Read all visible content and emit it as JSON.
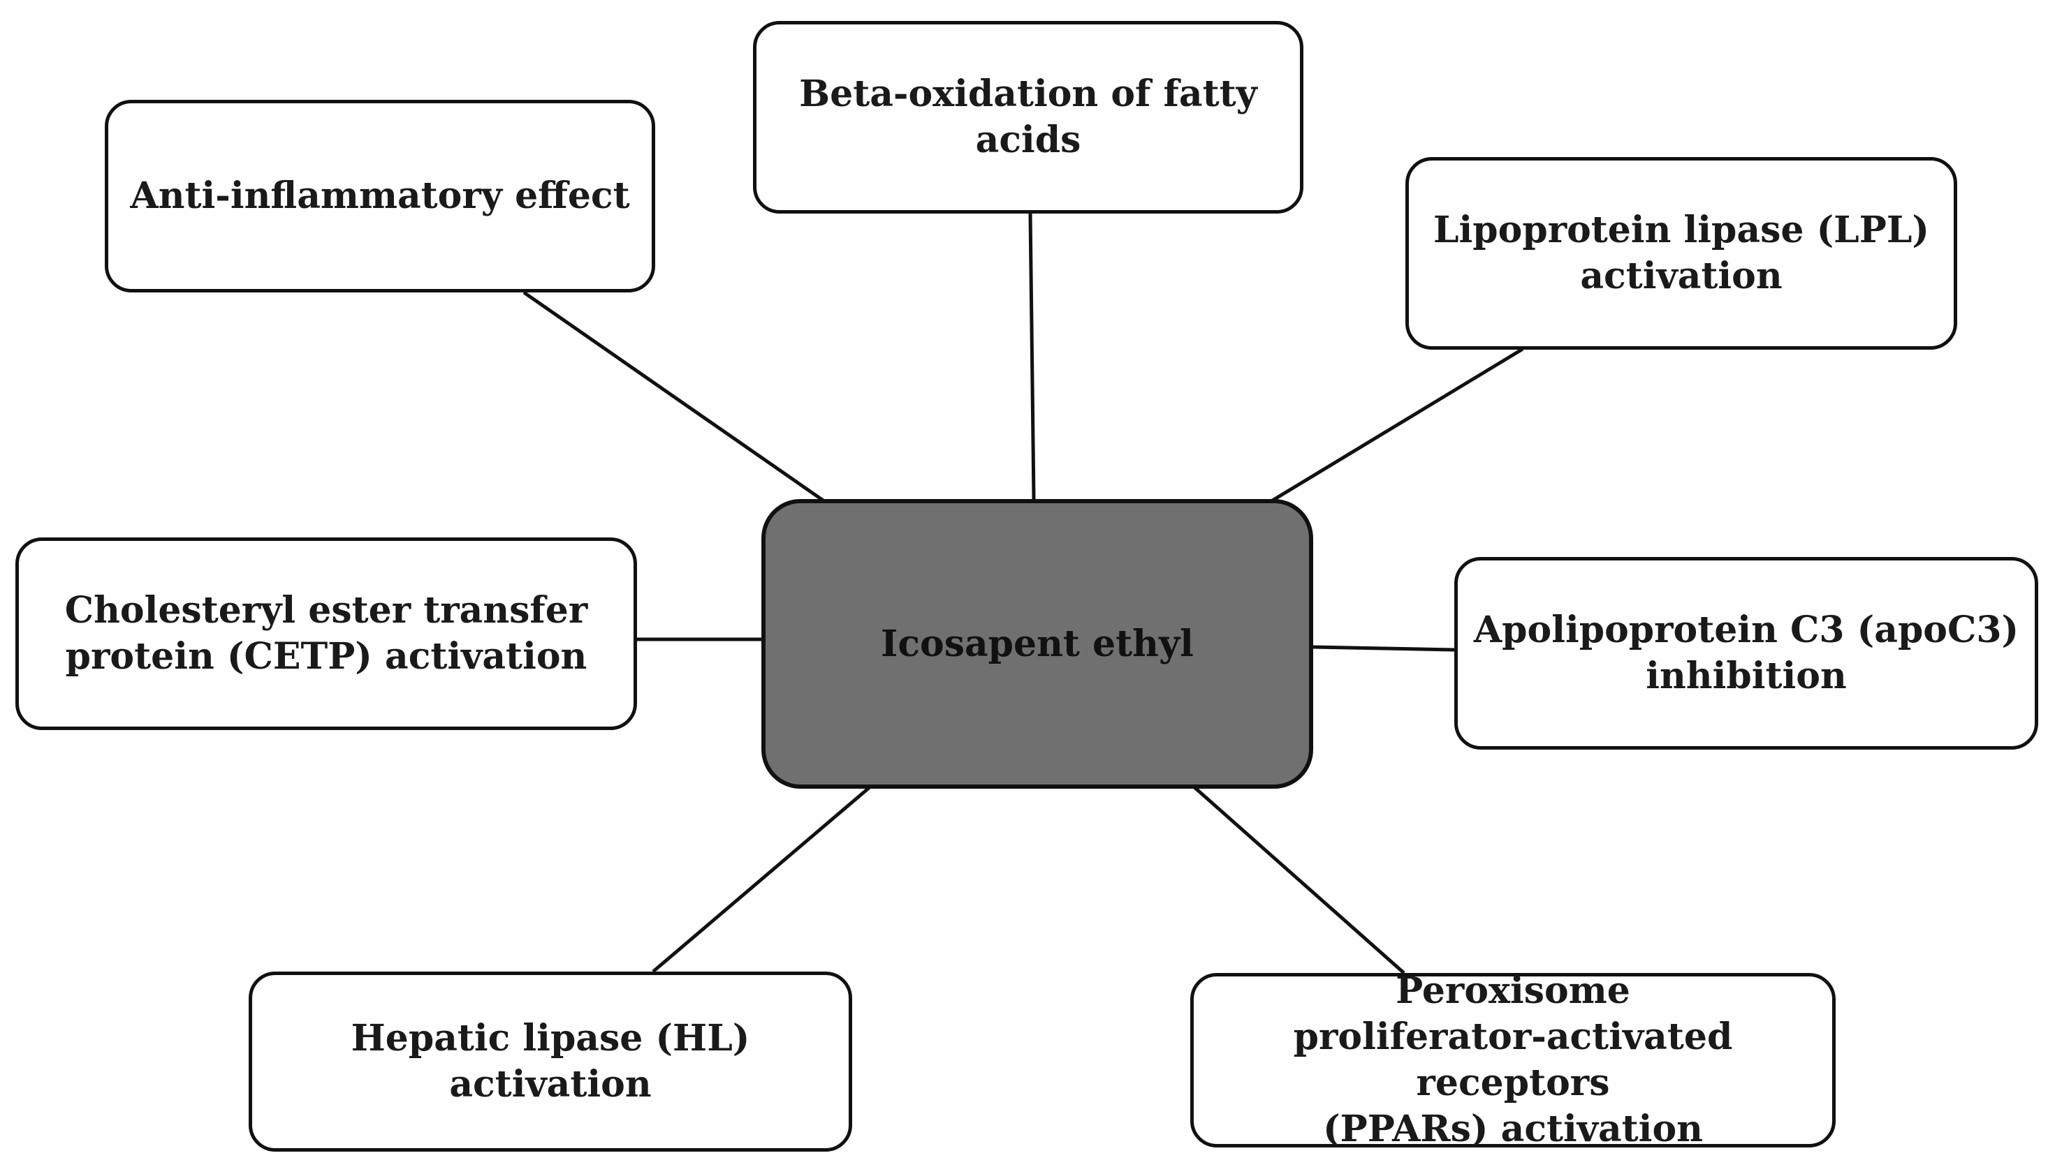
{
  "diagram": {
    "center": {
      "label": "Icosapent ethyl"
    },
    "nodes": [
      {
        "id": "anti-inflammatory",
        "lines": [
          "Anti-inflammatory effect"
        ]
      },
      {
        "id": "beta-oxidation",
        "lines": [
          "Beta-oxidation of fatty acids"
        ]
      },
      {
        "id": "lpl",
        "lines": [
          "Lipoprotein lipase (LPL)",
          "activation"
        ]
      },
      {
        "id": "cetp",
        "lines": [
          "Cholesteryl ester transfer",
          "protein (CETP) activation"
        ]
      },
      {
        "id": "apoc3",
        "lines": [
          "Apolipoprotein C3 (apoC3)",
          "inhibition"
        ]
      },
      {
        "id": "hl",
        "lines": [
          "Hepatic lipase (HL)",
          "activation"
        ]
      },
      {
        "id": "ppar",
        "lines": [
          "Peroxisome",
          "proliferator-activated receptors",
          "(PPARs) activation"
        ]
      }
    ]
  },
  "colors": {
    "center_fill": "#707070",
    "node_fill": "#ffffff",
    "stroke": "#111111",
    "text": "#1a1a1a"
  }
}
